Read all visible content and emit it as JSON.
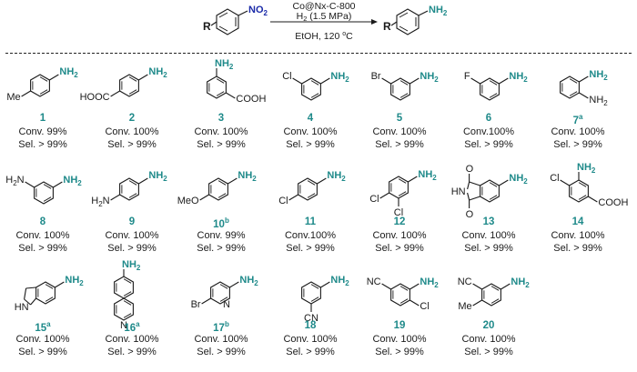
{
  "scheme": {
    "reactant_sub": "R",
    "reactant_group": "NO",
    "reactant_group_sub": "2",
    "catalyst": "Co@Nx-C-800",
    "h2": "H",
    "h2_sub": "2",
    "pressure": "(1.5 MPa)",
    "solvent_temp": "EtOH, 120",
    "temp_unit": "C",
    "temp_deg": "o",
    "product_sub": "R",
    "product_group": "NH",
    "product_group_sub": "2"
  },
  "colors": {
    "accent": "#1f8a8a",
    "nitro": "#1a2aa8",
    "text": "#1a1a1a"
  },
  "compounds": [
    {
      "id": "1",
      "sup": "",
      "conv": "Conv. 99%",
      "sel": "Sel. > 99%",
      "labels": [
        "NH2",
        "Me"
      ]
    },
    {
      "id": "2",
      "sup": "",
      "conv": "Conv. 100%",
      "sel": "Sel. > 99%",
      "labels": [
        "NH2",
        "HOOC"
      ]
    },
    {
      "id": "3",
      "sup": "",
      "conv": "Conv. 100%",
      "sel": "Sel. > 99%",
      "labels": [
        "NH2",
        "COOH"
      ]
    },
    {
      "id": "4",
      "sup": "",
      "conv": "Conv. 100%",
      "sel": "Sel. > 99%",
      "labels": [
        "NH2",
        "Cl"
      ]
    },
    {
      "id": "5",
      "sup": "",
      "conv": "Conv. 100%",
      "sel": "Sel. > 99%",
      "labels": [
        "NH2",
        "Br"
      ]
    },
    {
      "id": "6",
      "sup": "",
      "conv": "Conv.100%",
      "sel": "Sel. > 99%",
      "labels": [
        "NH2",
        "F"
      ]
    },
    {
      "id": "7",
      "sup": "a",
      "conv": "Conv. 100%",
      "sel": "Sel. > 99%",
      "labels": [
        "NH2",
        "NH2"
      ]
    },
    {
      "id": "8",
      "sup": "",
      "conv": "Conv. 100%",
      "sel": "Sel. > 99%",
      "labels": [
        "NH2",
        "H2N"
      ]
    },
    {
      "id": "9",
      "sup": "",
      "conv": "Conv. 100%",
      "sel": "Sel. > 99%",
      "labels": [
        "NH2",
        "H2N"
      ]
    },
    {
      "id": "10",
      "sup": "b",
      "conv": "Conv. 99%",
      "sel": "Sel. > 99%",
      "labels": [
        "NH2",
        "MeO"
      ]
    },
    {
      "id": "11",
      "sup": "",
      "conv": "Conv.100%",
      "sel": "Sel. > 99%",
      "labels": [
        "NH2",
        "Cl"
      ]
    },
    {
      "id": "12",
      "sup": "",
      "conv": "Conv. 100%",
      "sel": "Sel. > 99%",
      "labels": [
        "NH2",
        "Cl",
        "Cl"
      ]
    },
    {
      "id": "13",
      "sup": "",
      "conv": "Conv. 100%",
      "sel": "Sel. > 99%",
      "labels": [
        "NH2",
        "O",
        "O",
        "HN"
      ]
    },
    {
      "id": "14",
      "sup": "",
      "conv": "Conv. 100%",
      "sel": "Sel. > 99%",
      "labels": [
        "NH2",
        "Cl",
        "COOH"
      ]
    },
    {
      "id": "15",
      "sup": "a",
      "conv": "Conv. 100%",
      "sel": "Sel. > 99%",
      "labels": [
        "NH2",
        "HN"
      ]
    },
    {
      "id": "16",
      "sup": "a",
      "conv": "Conv. 100%",
      "sel": "Sel. > 99%",
      "labels": [
        "NH2",
        "N"
      ]
    },
    {
      "id": "17",
      "sup": "b",
      "conv": "Conv. 100%",
      "sel": "Sel. > 99%",
      "labels": [
        "NH2",
        "Br",
        "N"
      ]
    },
    {
      "id": "18",
      "sup": "",
      "conv": "Conv. 100%",
      "sel": "Sel. > 99%",
      "labels": [
        "NH2",
        "CN"
      ]
    },
    {
      "id": "19",
      "sup": "",
      "conv": "Conv. 100%",
      "sel": "Sel. > 99%",
      "labels": [
        "NH2",
        "NC",
        "Cl"
      ]
    },
    {
      "id": "20",
      "sup": "",
      "conv": "Conv. 100%",
      "sel": "Sel. > 99%",
      "labels": [
        "NH2",
        "NC",
        "Me"
      ]
    }
  ]
}
